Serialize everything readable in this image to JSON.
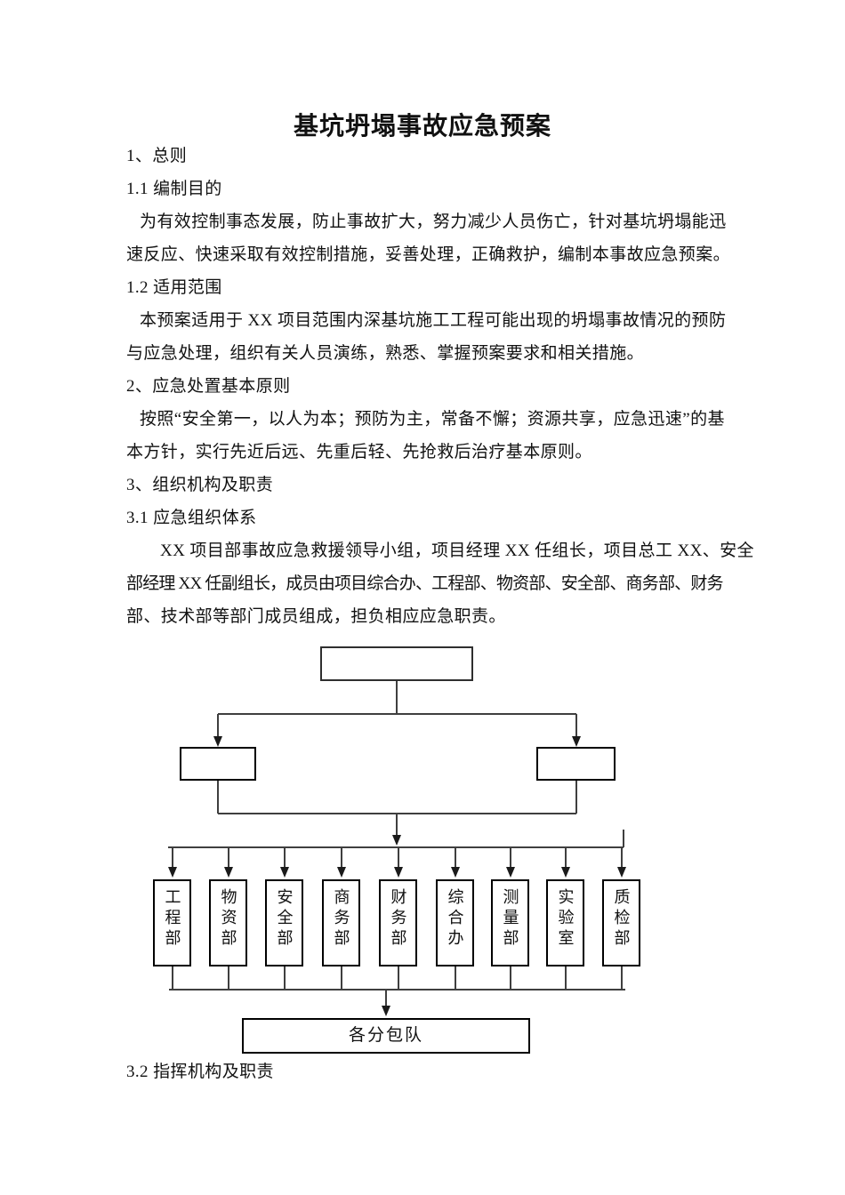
{
  "document": {
    "title": "基坑坍塌事故应急预案",
    "lines": [
      "1、总则",
      "1.1 编制目的",
      "为有效控制事态发展，防止事故扩大，努力减少人员伤亡，针对基坑坍塌能迅",
      "速反应、快速采取有效控制措施，妥善处理，正确救护，编制本事故应急预案。",
      "1.2 适用范围",
      "本预案适用于 XX 项目范围内深基坑施工工程可能出现的坍塌事故情况的预防",
      "与应急处理，组织有关人员演练，熟悉、掌握预案要求和相关措施。",
      "2、应急处置基本原则",
      "按照“安全第一，以人为本；预防为主，常备不懈；资源共享，应急迅速”的基",
      "本方针，实行先近后远、先重后轻、先抢救后治疗基本原则。",
      "3、组织机构及职责",
      "3.1 应急组织体系",
      "XX 项目部事故应急救援领导小组，项目经理 XX 任组长，项目总工 XX、安全",
      "部经理 XX 任副组长，成员由项目综合办、工程部、物资部、安全部、商务部、财务",
      "部、技术部等部门成员组成，担负相应应急职责。",
      "3.2 指挥机构及职责"
    ]
  },
  "diagram": {
    "departments": [
      "工程部",
      "物资部",
      "安全部",
      "商务部",
      "财务部",
      "综合办",
      "测量部",
      "实验室",
      "质检部"
    ],
    "subcontractor_box": "各分包队",
    "line_color": "#3f3f3f",
    "box_border_color": "#000000",
    "arrow_color": "#1a1a1a"
  }
}
